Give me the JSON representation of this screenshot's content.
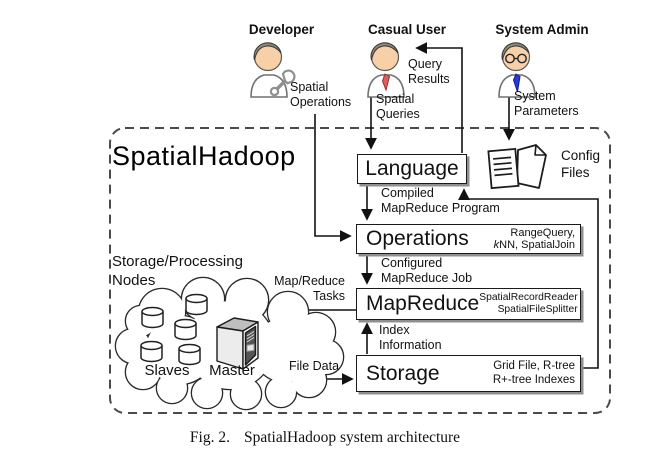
{
  "title": "SpatialHadoop",
  "actors": {
    "developer": {
      "name": "Developer"
    },
    "casual_user": {
      "name": "Casual User"
    },
    "system_admin": {
      "name": "System Admin"
    }
  },
  "labels": {
    "spatial_operations": {
      "line1": "Spatial",
      "line2": "Operations"
    },
    "spatial_queries": {
      "line1": "Spatial",
      "line2": "Queries"
    },
    "query_results": {
      "line1": "Query",
      "line2": "Results"
    },
    "system_parameters": {
      "line1": "System",
      "line2": "Parameters"
    },
    "compiled": {
      "line1": "Compiled",
      "line2": "MapReduce Program"
    },
    "configured": {
      "line1": "Configured",
      "line2": "MapReduce Job"
    },
    "index_info": {
      "line1": "Index",
      "line2": "Information"
    },
    "map_reduce_tasks": {
      "line1": "Map/Reduce",
      "line2": "Tasks"
    },
    "file_data": {
      "text": "File Data"
    }
  },
  "boxes": {
    "language": {
      "label": "Language"
    },
    "operations": {
      "label": "Operations",
      "detail_line1": "RangeQuery,",
      "detail_k": "k",
      "detail_rest": "NN, SpatialJoin"
    },
    "mapreduce": {
      "label": "MapReduce",
      "detail_line1": "SpatialRecordReader",
      "detail_line2": "SpatialFileSplitter"
    },
    "storage": {
      "label": "Storage",
      "detail_line1": "Grid File, R-tree",
      "detail_line2": "R+-tree Indexes"
    }
  },
  "config_files": {
    "line1": "Config",
    "line2": "Files"
  },
  "cluster": {
    "heading_line1": "Storage/Processing",
    "heading_line2": "Nodes",
    "slaves_label": "Slaves",
    "master_label": "Master"
  },
  "caption": {
    "figure_label": "Fig. 2.",
    "text": "SpatialHadoop system architecture"
  },
  "colors": {
    "hair": "#95896e",
    "face": "#f7d0a8",
    "tie_red": "#dd5f5f",
    "tie_blue": "#2839d2",
    "box_shadow": "#8f8f8f",
    "line": "#111111",
    "dash_border": "#4a4a4a"
  }
}
